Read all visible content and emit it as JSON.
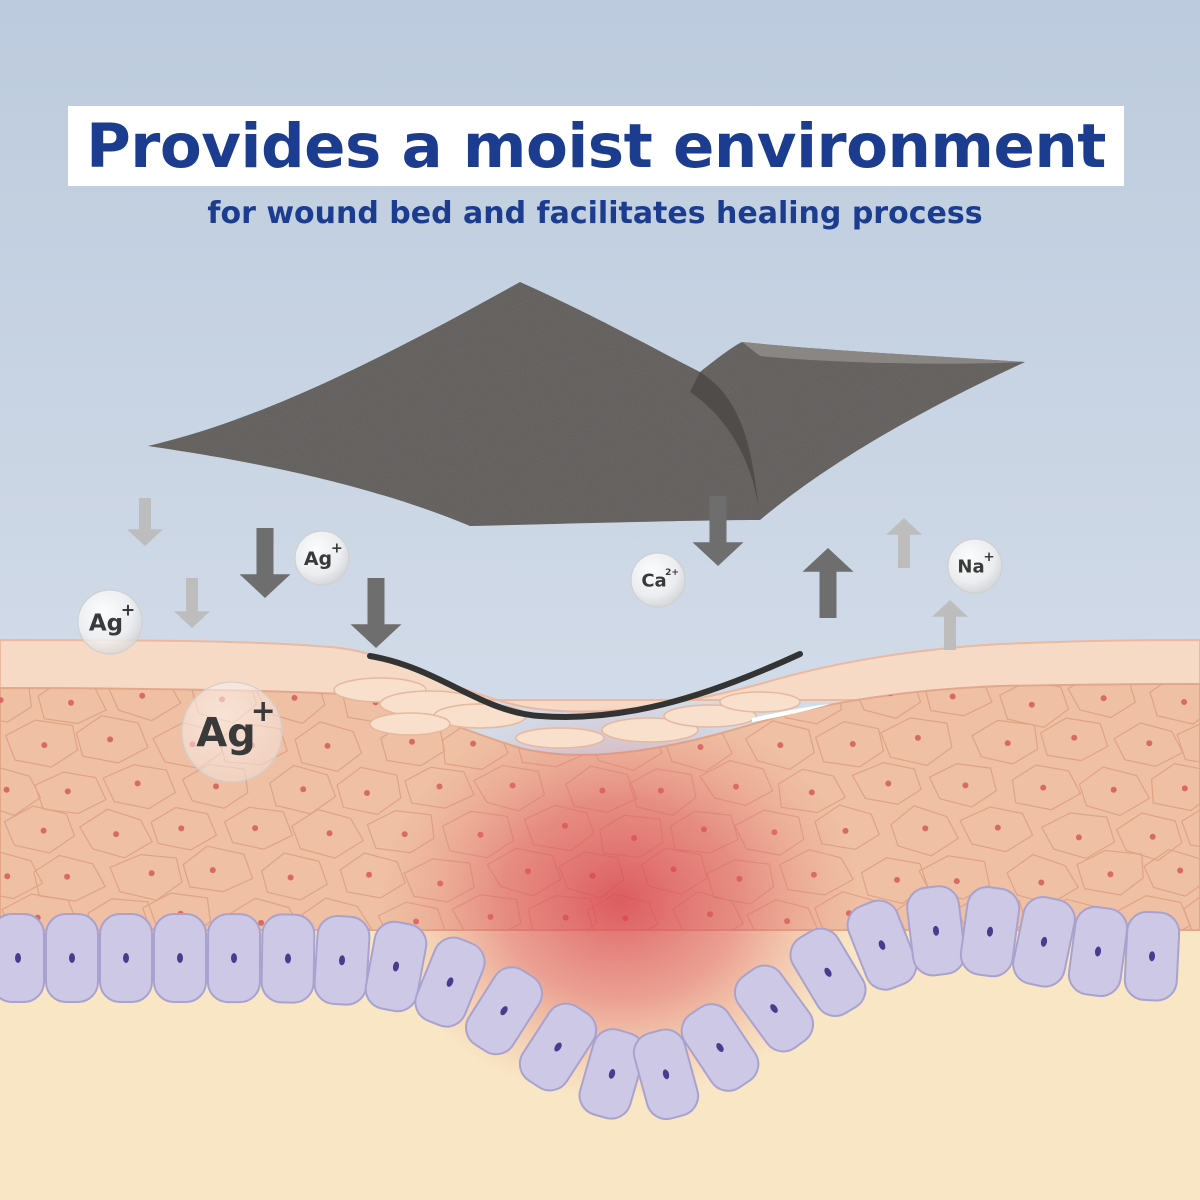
{
  "header": {
    "title": "Provides a moist environment",
    "subtitle": "for wound bed and facilitates healing process"
  },
  "ions": [
    {
      "id": "ag-1",
      "symbol": "Ag",
      "charge": "+",
      "size": "small"
    },
    {
      "id": "ag-2",
      "symbol": "Ag",
      "charge": "+",
      "size": "small"
    },
    {
      "id": "ag-3",
      "symbol": "Ag",
      "charge": "+",
      "size": "large"
    },
    {
      "id": "ca-1",
      "symbol": "Ca",
      "charge": "2+",
      "size": "small"
    },
    {
      "id": "na-1",
      "symbol": "Na",
      "charge": "+",
      "size": "small"
    }
  ],
  "colors": {
    "title": "#1c3d8f",
    "sky_top": "#bccbdd",
    "sky_bottom": "#dde3ef",
    "skin_surface": "#f6d9c4",
    "epidermis": "#efbfa2",
    "cell_nucleus": "#d86a66",
    "basal_cell": "#cdc8e6",
    "basal_nucleus": "#4b3b8c",
    "dermis": "#f8e6c4",
    "dressing": "#6b6866",
    "arrow_dark": "#6e6e6e",
    "arrow_light": "#bdbdbd",
    "inflammation": "#d7404e"
  }
}
